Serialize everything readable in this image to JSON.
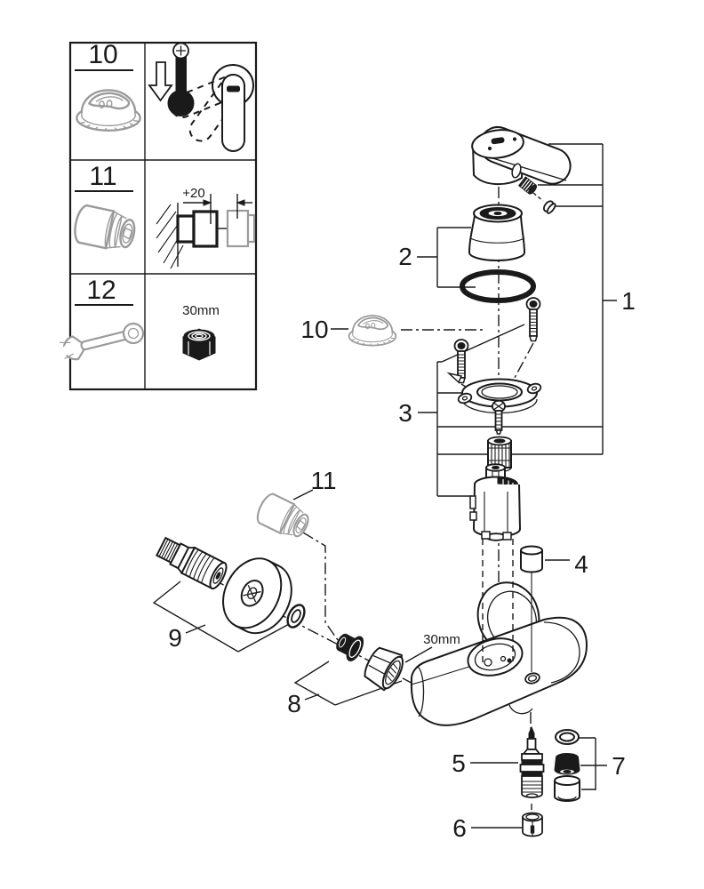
{
  "legend": {
    "rows": [
      {
        "number": "10"
      },
      {
        "number": "11",
        "dimension_label": "+20"
      },
      {
        "number": "12",
        "wrench_size_label": "30mm"
      }
    ]
  },
  "exploded_view": {
    "callouts": {
      "part1": "1",
      "part2": "2",
      "part3": "3",
      "part4": "4",
      "part5": "5",
      "part6": "6",
      "part7": "7",
      "part8": "8",
      "part9": "9",
      "part10": "10",
      "part11": "11"
    },
    "nut_size_label": "30mm"
  },
  "colors": {
    "line": "#1a1a1a",
    "grey_part": "#9b9b9b",
    "background": "#ffffff"
  }
}
